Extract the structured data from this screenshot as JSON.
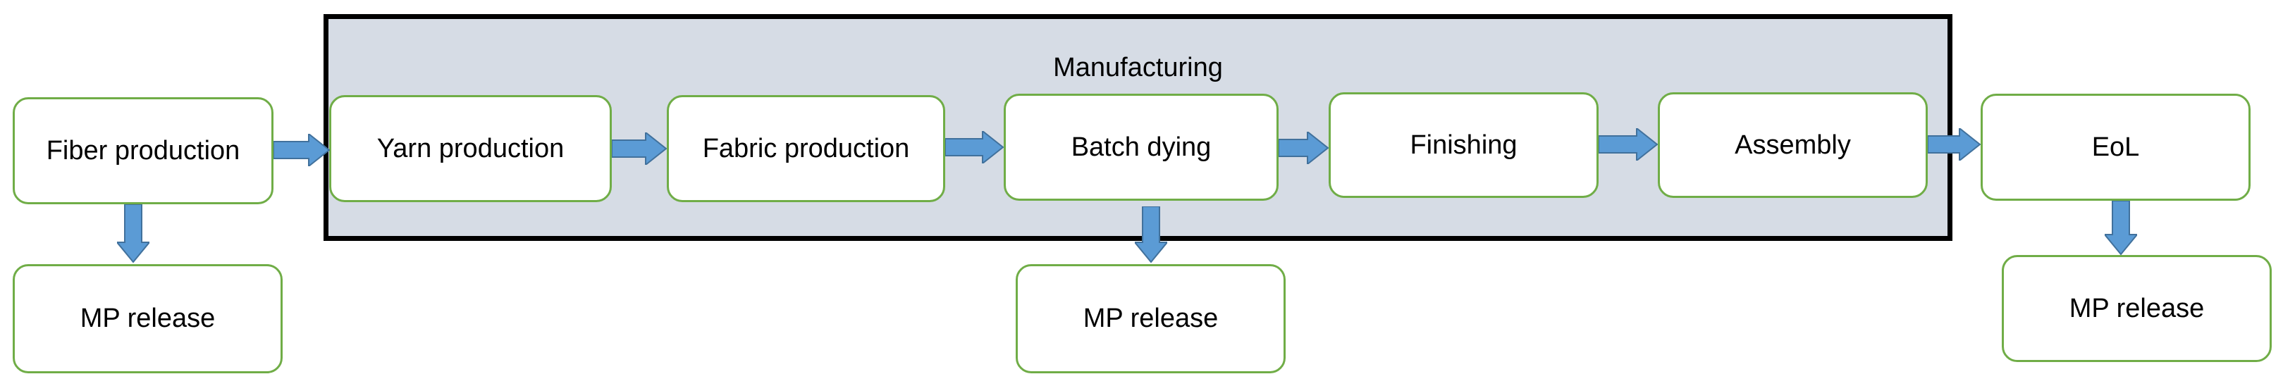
{
  "colors": {
    "node_border": "#70ad47",
    "node_fill": "#ffffff",
    "group_fill": "#d6dce5",
    "group_border": "#000000",
    "arrow_fill": "#5b9bd5",
    "arrow_stroke": "#41719c"
  },
  "diagram": {
    "group": {
      "title": "Manufacturing"
    },
    "nodes": {
      "fiber_production": "Fiber production",
      "yarn_production": "Yarn production",
      "fabric_production": "Fabric production",
      "batch_dying": "Batch dying",
      "finishing": "Finishing",
      "assembly": "Assembly",
      "eol": "EoL",
      "mp_release_fiber": "MP release",
      "mp_release_dying": "MP release",
      "mp_release_eol": "MP release"
    },
    "edges": [
      {
        "from": "Fiber production",
        "to": "Yarn production"
      },
      {
        "from": "Yarn production",
        "to": "Fabric production"
      },
      {
        "from": "Fabric production",
        "to": "Batch dying"
      },
      {
        "from": "Batch dying",
        "to": "Finishing"
      },
      {
        "from": "Finishing",
        "to": "Assembly"
      },
      {
        "from": "Assembly",
        "to": "EoL"
      },
      {
        "from": "Fiber production",
        "to": "MP release"
      },
      {
        "from": "Batch dying",
        "to": "MP release"
      },
      {
        "from": "EoL",
        "to": "MP release"
      }
    ]
  }
}
